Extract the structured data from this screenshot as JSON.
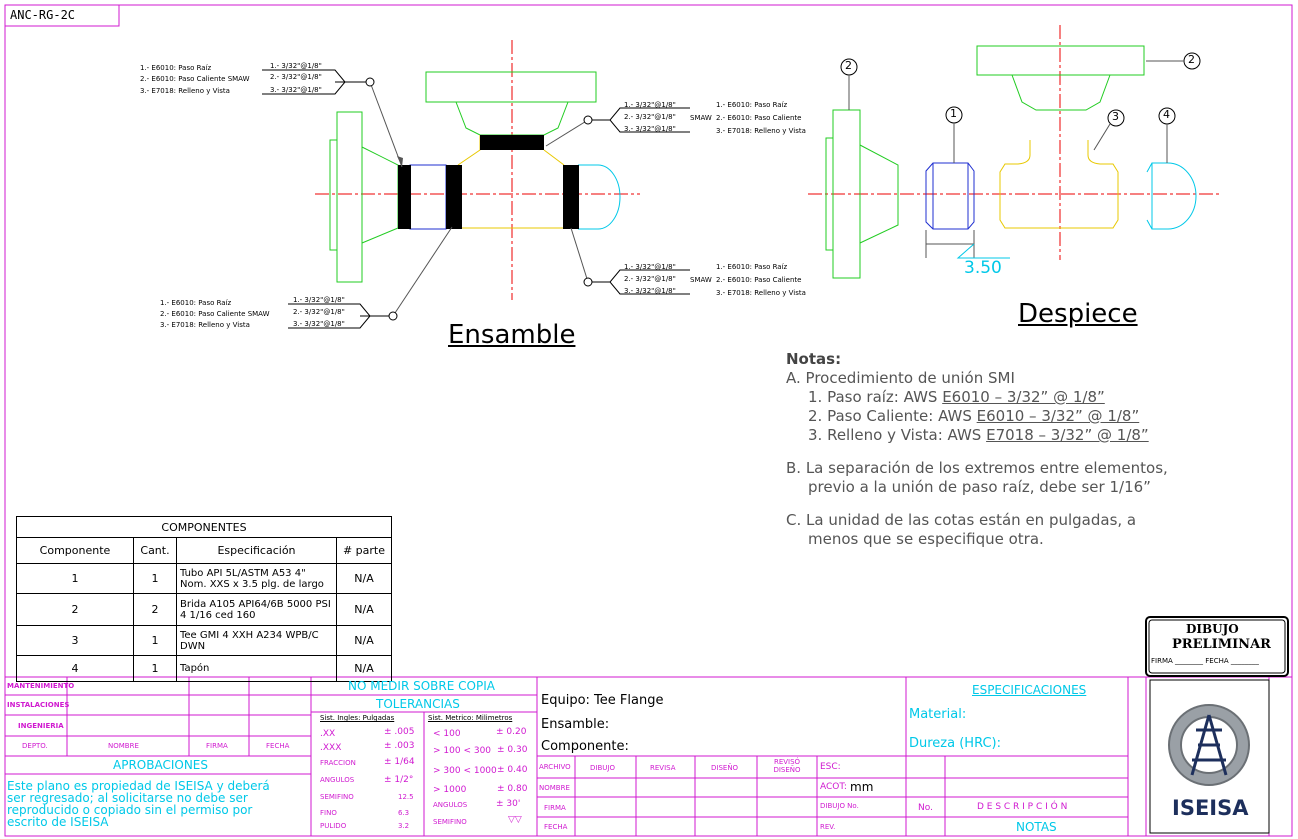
{
  "drawing_code": "ANC-RG-2C",
  "views": {
    "assembly_label": "Ensamble",
    "exploded_label": "Despiece",
    "dimension": "3.50",
    "balloons": [
      "1",
      "2",
      "3",
      "4",
      "2"
    ]
  },
  "weld_callouts": {
    "processes": [
      "1.- E6010: Paso Raíz",
      "2.- E6010: Paso Caliente SMAW",
      "3.- E7018: Relleno y Vista"
    ],
    "sizes": [
      "1.- 3/32\"@1/8\"",
      "2.- 3/32\"@1/8\"",
      "3.- 3/32\"@1/8\""
    ],
    "processes_right": [
      "1.- E6010: Paso Raíz",
      "2.- E6010: Paso Caliente",
      "3.- E7018: Relleno y Vista"
    ],
    "smaw": "SMAW"
  },
  "notes": {
    "title": "Notas:",
    "a": "A. Procedimiento   de unión SMI",
    "a_items": [
      {
        "label": "1.  Paso raíz: AWS ",
        "spec": "E6010 – 3/32” @ 1/8”"
      },
      {
        "label": "2.  Paso Caliente: AWS ",
        "spec": "E6010 – 3/32” @ 1/8”"
      },
      {
        "label": "3.  Relleno y Vista: AWS ",
        "spec": "E7018 – 3/32” @ 1/8”"
      }
    ],
    "b1": "B. La separación de los extremos entre elementos,",
    "b2": "previo a la unión de paso raíz, debe ser 1/16”",
    "c1": "C. La unidad de las cotas están en pulgadas, a",
    "c2": "menos que se especifique otra."
  },
  "components": {
    "title": "COMPONENTES",
    "headers": [
      "Componente",
      "Cant.",
      "Especificación",
      "# parte"
    ],
    "rows": [
      {
        "comp": "1",
        "qty": "1",
        "spec": "Tubo API 5L/ASTM A53 4\" Nom. XXS x 3.5 plg. de largo",
        "part": "N/A"
      },
      {
        "comp": "2",
        "qty": "2",
        "spec": "Brida A105 API64/6B 5000 PSI 4 1/16 ced 160",
        "part": "N/A"
      },
      {
        "comp": "3",
        "qty": "1",
        "spec": "Tee GMI 4 XXH A234 WPB/C DWN",
        "part": "N/A"
      },
      {
        "comp": "4",
        "qty": "1",
        "spec": "Tapón",
        "part": "N/A"
      }
    ]
  },
  "stamp": {
    "line1": "DIBUJO",
    "line2": "PRELIMINAR",
    "firma": "FIRMA",
    "fecha": "FECHA"
  },
  "title_block": {
    "dept_rows": [
      "MANTENIMIENTO",
      "INSTALACIONES",
      "INGENIERIA"
    ],
    "dept_headers": [
      "DEPTO.",
      "NOMBRE",
      "FIRMA",
      "FECHA"
    ],
    "aprobaciones": "APROBACIONES",
    "property_text": [
      "Este plano es propiedad de ISEISA y deberá",
      "ser regresado; al solicitarse no debe ser",
      "reproducido o copiado sin el permiso por",
      "escrito de ISEISA"
    ],
    "no_medir": "NO MEDIR SOBRE COPIA",
    "tolerancias": "TOLERANCIAS",
    "sist_ingles": "Sist. Ingles: Pulgadas",
    "sist_metrico": "Sist. Metrico: Milimetros",
    "tol_in": [
      [
        ".XX",
        "± .005"
      ],
      [
        ".XXX",
        "± .003"
      ],
      [
        "FRACCION",
        "± 1/64"
      ],
      [
        "ANGULOS",
        "± 1/2°"
      ],
      [
        "SEMIFINO",
        "12.5"
      ],
      [
        "FINO",
        "6.3"
      ],
      [
        "PULIDO",
        "3.2"
      ]
    ],
    "tol_mm": [
      [
        "< 100",
        "± 0.20"
      ],
      [
        "> 100 < 300",
        "± 0.30"
      ],
      [
        "> 300 < 1000",
        "± 0.40"
      ],
      [
        "> 1000",
        "± 0.80"
      ],
      [
        "ANGULOS",
        "± 30'"
      ],
      [
        "SEMIFINO",
        "▽▽"
      ]
    ],
    "equipo": "Equipo:  Tee Flange",
    "ensamble": "Ensamble:",
    "componente": "Componente:",
    "sig_headers": [
      "ARCHIVO",
      "DIBUJO",
      "REVISA",
      "DISEÑO",
      "REVISÓ DISEÑO"
    ],
    "sig_rows": [
      "NOMBRE",
      "FIRMA",
      "FECHA"
    ],
    "esc": "ESC:",
    "acot": "ACOT:",
    "acot_val": "mm",
    "dibujo_no": "DIBUJO No.",
    "rev": "REV.",
    "especificaciones": "ESPECIFICACIONES",
    "material": "Material:",
    "dureza": "Dureza (HRC):",
    "no": "No.",
    "descripcion": "D E S C R I P C I Ó N",
    "notas": "NOTAS",
    "logo_text": "ISEISA"
  }
}
